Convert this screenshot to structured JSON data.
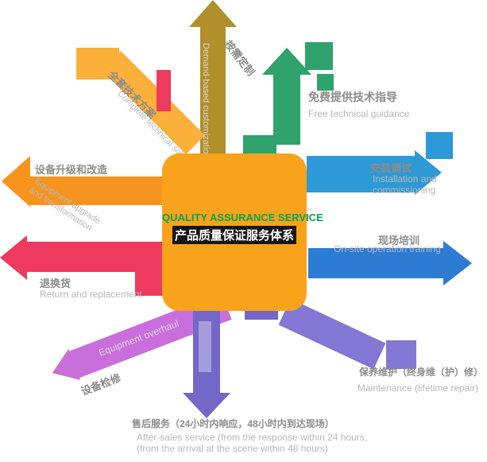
{
  "center": {
    "title_en": "QUALITY ASSURANCE SERVICE",
    "title_zh": "产品质量保证服务体系",
    "bg": "#F9A21B",
    "title_en_color": "#00A651"
  },
  "spokes": {
    "demand": {
      "zh": "按需定制",
      "en": "Demand-based customization",
      "color": "#B18F2B"
    },
    "solution": {
      "zh": "全套技术方案",
      "en": "Complete technical solution",
      "color": "#FBB03B"
    },
    "upgrade": {
      "zh": "设备升级和改造",
      "en_line1": "Equipment upgrade",
      "en_line2": "and transformation",
      "color": "#F7941E"
    },
    "return": {
      "zh": "退换货",
      "en": "Return and replacement",
      "color": "#EE3A5E"
    },
    "overhaul": {
      "zh": "设备检修",
      "en": "Equipment overhaul",
      "color": "#C96FDB"
    },
    "aftersales": {
      "zh": "售后服务（24小时内响应，48小时内到达现场）",
      "en_line1": "After-sales service (from the response within 24 hours,",
      "en_line2": "(from the arrival at the scene within 48 hours)",
      "color": "#7567C8"
    },
    "maintenance": {
      "zh": "保养维护（终身维（护）修）",
      "en": "Maintenance (lifetime repair)",
      "color": "#8376D4"
    },
    "training": {
      "zh": "现场培训",
      "en": "On-site operation training",
      "color": "#2C7CD4"
    },
    "install": {
      "zh": "安装调试",
      "en_line1": "Installation and",
      "en_line2": "commissioning",
      "color": "#2D99D6"
    },
    "guidance": {
      "zh": "免费提供技术指导",
      "en": "Free technical guidance",
      "color": "#2FA36B"
    }
  }
}
